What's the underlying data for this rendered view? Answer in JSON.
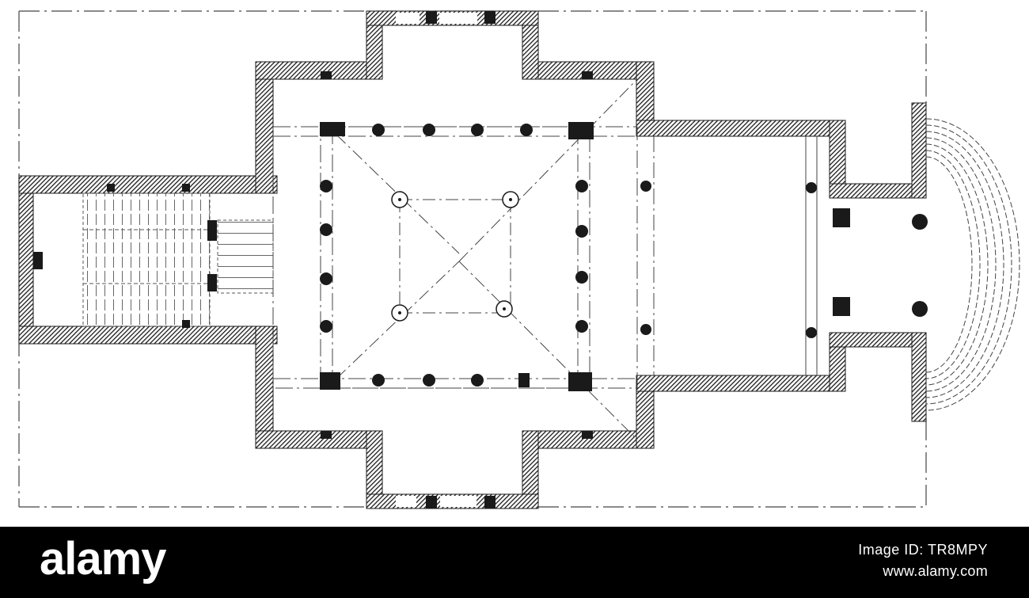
{
  "watermark": {
    "logo": "alamy",
    "image_id": "Image ID: TR8MPY",
    "site": "www.alamy.com"
  },
  "colors": {
    "ink": "#1a1a1a",
    "background": "#ffffff",
    "footer": "#000000"
  },
  "drawing": {
    "subject": "architectural floor plan",
    "style": "hatched wall engraving"
  }
}
